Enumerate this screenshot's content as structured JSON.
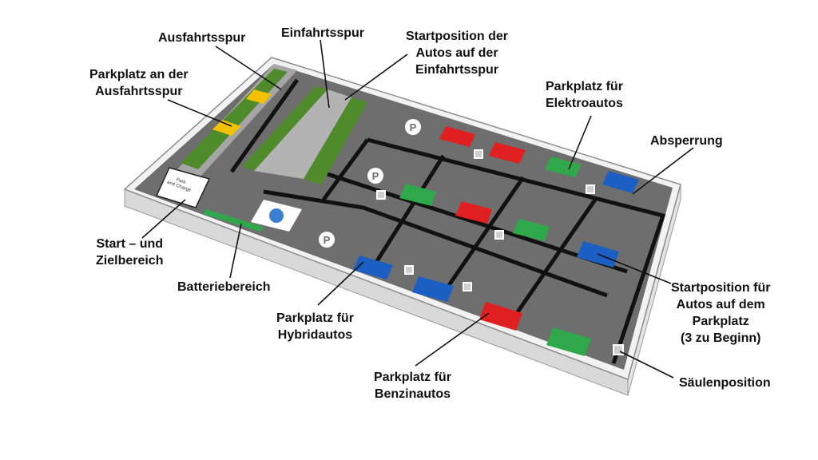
{
  "labels": {
    "ausfahrtsspur": "Ausfahrtsspur",
    "einfahrtsspur": "Einfahrtsspur",
    "startposition_einfahrt": "Startposition der\nAutos auf der\nEinfahrtsspur",
    "parkplatz_ausfahrt": "Parkplatz an der\nAusfahrtsspur",
    "parkplatz_elektro": "Parkplatz für\nElektroautos",
    "absperrung": "Absperrung",
    "start_ziel": "Start – und\nZielbereich",
    "batterie": "Batteriebereich",
    "startposition_parkplatz": "Startposition für\nAutos auf dem\nParkplatz\n(3 zu Beginn)",
    "hybrid": "Parkplatz für\nHybridautos",
    "benzin": "Parkplatz für\nBenzinautos",
    "saeule": "Säulenposition"
  },
  "board": {
    "parking_symbol": "P",
    "sign_text": "Park\nand Charge"
  },
  "colors": {
    "electric": "#2ea84a",
    "hybrid": "#1c5fc4",
    "petrol": "#e02020",
    "exit_parking": "#f2c200",
    "grass": "#4f8a2b",
    "asphalt": "#6e6e6e",
    "lane": "#a8a8a8",
    "line": "#111111",
    "wall": "#f0f0f0"
  }
}
